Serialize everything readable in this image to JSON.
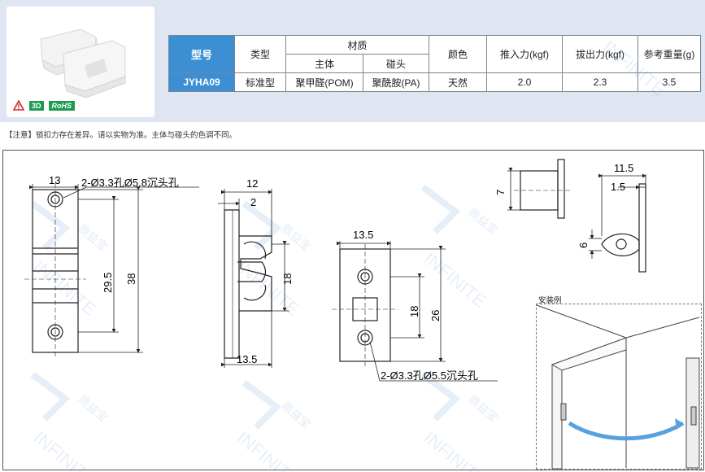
{
  "spec_table": {
    "col_model": "型号",
    "col_type": "类型",
    "col_material": "材质",
    "col_body": "主体",
    "col_striker": "碰头",
    "col_color": "颜色",
    "col_push": "推入力(kgf)",
    "col_pull": "拔出力(kgf)",
    "col_weight": "参考重量(g)",
    "row": {
      "model": "JYHA09",
      "type": "标准型",
      "body": "聚甲醛(POM)",
      "striker": "聚酰胺(PA)",
      "color": "天然",
      "push": "2.0",
      "pull": "2.3",
      "weight": "3.5"
    }
  },
  "badges": {
    "three_d": "3D",
    "rohs": "RoHS",
    "warning_icon": "warning-triangle-icon"
  },
  "note": "【注意】锁扣力存在差异。请以实物为准。主体与碰头的色调不同。",
  "view1": {
    "d_width": "13",
    "d_holes": "2-Ø3.3孔Ø5.8沉头孔",
    "d_pitch": "29.5",
    "d_height": "38"
  },
  "view2": {
    "d_top": "12",
    "d_step": "2",
    "d_inner": "18",
    "d_bottom": "13.5"
  },
  "view3": {
    "d_width": "13.5",
    "d_inner": "18",
    "d_height": "26",
    "d_holes": "2-Ø3.3孔Ø5.5沉头孔"
  },
  "view4": {
    "d_dia": "7",
    "d_len": "11.5",
    "d_flange": "1.5",
    "d_six": "6"
  },
  "install": {
    "label": "安装例"
  },
  "watermark": {
    "brand": "INFINITE",
    "cn": "鼎益宝"
  }
}
